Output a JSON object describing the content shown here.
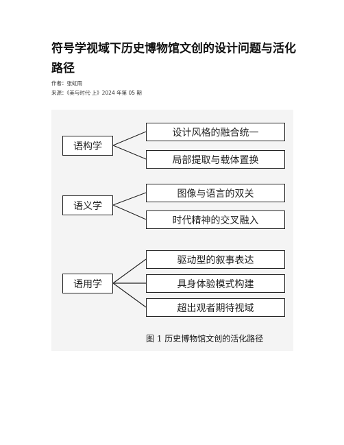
{
  "article": {
    "title": "符号学视域下历史博物馆文创的设计问题与活化路径",
    "author_line": "作者：张虹雨",
    "source_line": "来源：《美与时代·上》2024 年第 05 期"
  },
  "figure": {
    "caption": "图 1  历史博物馆文创的活化路径",
    "groups": [
      {
        "label": "语构学",
        "items": [
          "设计风格的融合统一",
          "局部提取与载体置换"
        ]
      },
      {
        "label": "语义学",
        "items": [
          "图像与语言的双关",
          "时代精神的交叉融入"
        ]
      },
      {
        "label": "语用学",
        "items": [
          "驱动型的叙事表达",
          "具身体验模式构建",
          "超出观者期待视域"
        ]
      }
    ]
  }
}
